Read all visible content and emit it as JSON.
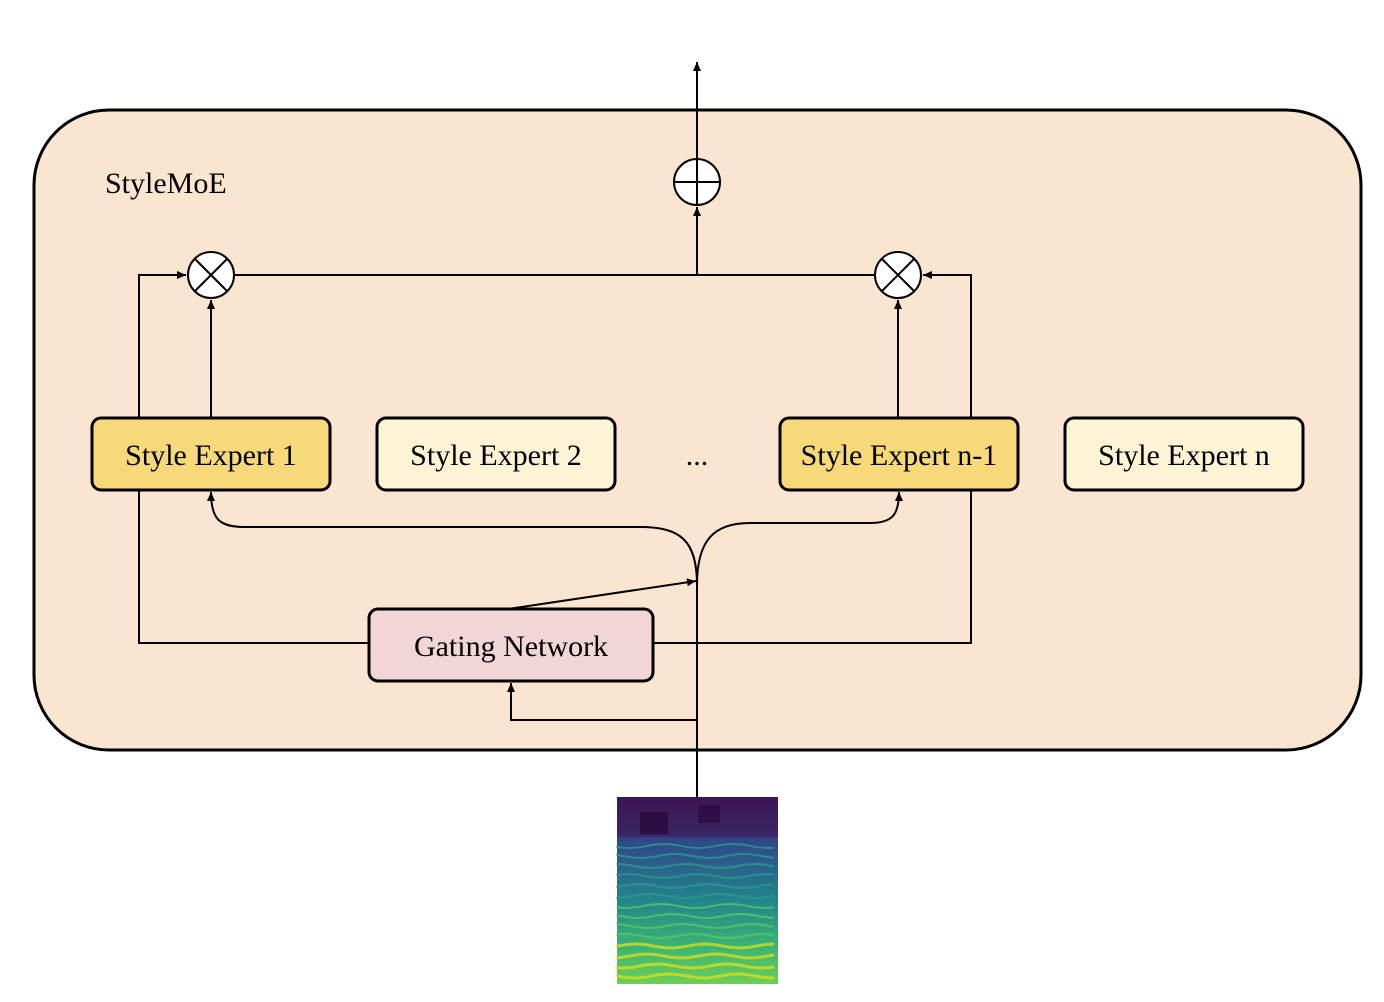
{
  "module": {
    "title": "StyleMoE",
    "fill": "#fae6d0"
  },
  "experts": [
    {
      "label": "Style Expert 1",
      "selected": true
    },
    {
      "label": "Style Expert 2",
      "selected": false
    },
    {
      "label": "...",
      "selected": false,
      "ellipsis": true
    },
    {
      "label": "Style Expert n-1",
      "selected": true
    },
    {
      "label": "Style Expert n",
      "selected": false
    }
  ],
  "gating": {
    "label": "Gating Network",
    "fill": "#f2d5d5"
  },
  "colors": {
    "expert_selected": "#f7d97a",
    "expert_unselected": "#fdf4d6",
    "stroke": "#000000"
  },
  "operators": {
    "multiply": "multiply-icon",
    "sum": "add-icon"
  },
  "input": {
    "type": "mel-spectrogram",
    "colormap": "viridis"
  }
}
